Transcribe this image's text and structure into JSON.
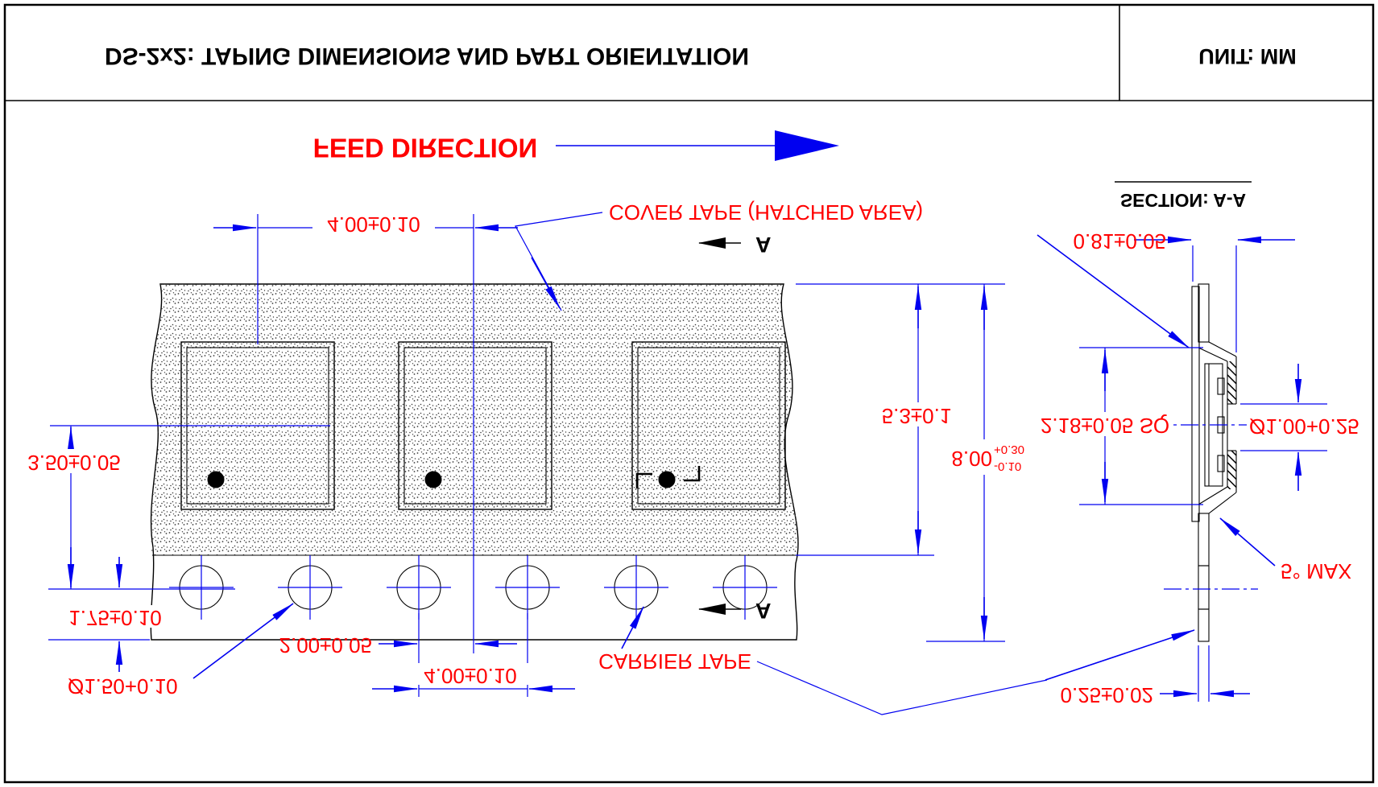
{
  "sheet": {
    "title": "DS-2x2: TAPING DIMENSIONS AND PART ORIENTATION",
    "unit": "UNIT: MM",
    "orientation_note": "entire drawing rendered vertically mirrored (text appears upside-down) as in source image"
  },
  "labels": {
    "feed_direction": "FEED DIRECTION",
    "cover_tape": "COVER TAPE (HATCHED AREA)",
    "carrier_tape": "CARRIER TAPE",
    "section_title": "SECTION: A-A",
    "section_marker": "A",
    "angle_max": "5° MAX"
  },
  "dimensions": {
    "pocket_pitch": "4.00±0.10",
    "hole_pitch": "4.00±0.10",
    "hole_to_pocket_center": "2.00±0.05",
    "pocket_center_to_hole_center": "3.50±0.05",
    "hole_center_to_edge": "1.75±0.10",
    "sprocket_hole_dia": "Ø1.50+0.10",
    "cover_tape_width": "5.3±0.1",
    "tape_width": "8.00",
    "tape_width_tol_plus": "+0.30",
    "tape_width_tol_minus": "-0.10",
    "pocket_size": "2.18±0.05 SQ",
    "pocket_hole_dia": "Ø1.00+0.25",
    "emboss_thickness": "0.81±0.05",
    "tape_thickness": "0.25±0.02"
  },
  "colors": {
    "dimension_red": "#ff0000",
    "line_blue": "#0000f0",
    "line_black": "#000000",
    "background": "#ffffff"
  }
}
